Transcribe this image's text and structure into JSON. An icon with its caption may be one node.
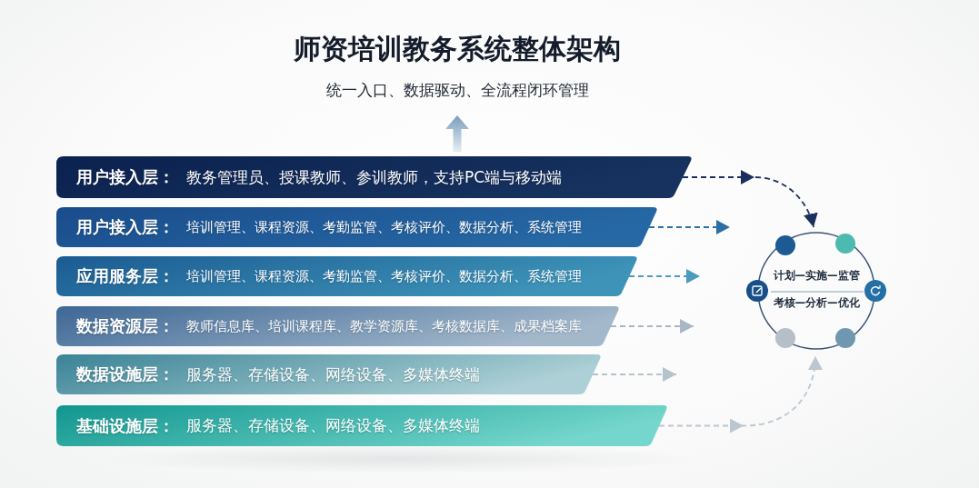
{
  "diagram": {
    "title": "师资培训教务系统整体架构",
    "nodes": [
      {
        "text": [
          "用户接入层：",
          "教务管理员、授课教师、参训教师，支持PC端与移动端"
        ]
      },
      {
        "text": [
          "用户接入层：",
          "培训管理、课程资源、考勤监管、考核评价、数据分析、系统管理"
        ]
      },
      {
        "text": [
          "应用服务层：",
          "培训管理、课程资源、考勤监管、考核评价、数据分析、系统管理"
        ]
      },
      {
        "text": [
          "数据资源层：",
          "教师信息库、培训课程库、教学资源库、考核数据库、成果档案库"
        ]
      },
      {
        "text": [
          "数据设施层：",
          "服务器、存储设备、网络设备、多媒体终端"
        ]
      },
      {
        "text": [
          "基础设施层：",
          "服务器、存储设备、网络设备、多媒体终端"
        ]
      },
      {
        "text": [
          "计划—实施—监管",
          "考核—分析—优化"
        ]
      }
    ],
    "edges": [
      {
        "from": 0,
        "to": 6,
        "arrow": "to",
        "style": "dashed",
        "color": "#1b2f5e"
      },
      {
        "from": 1,
        "to": null,
        "arrow": "to",
        "style": "dashed",
        "color": "#2c6ea6"
      },
      {
        "from": 2,
        "to": null,
        "arrow": "to",
        "style": "dashed",
        "color": "#4b9bbd"
      },
      {
        "from": 3,
        "to": null,
        "arrow": "to",
        "style": "dashed",
        "color": "#aab6c4"
      },
      {
        "from": 4,
        "to": null,
        "arrow": "to",
        "style": "dashed",
        "color": "#b5c3cc"
      },
      {
        "from": 5,
        "to": 6,
        "arrow": "to",
        "style": "dashed",
        "color": "#bcc6d0"
      }
    ],
    "labels": [
      "统一入口、数据驱动、全流程闭环管理"
    ]
  }
}
